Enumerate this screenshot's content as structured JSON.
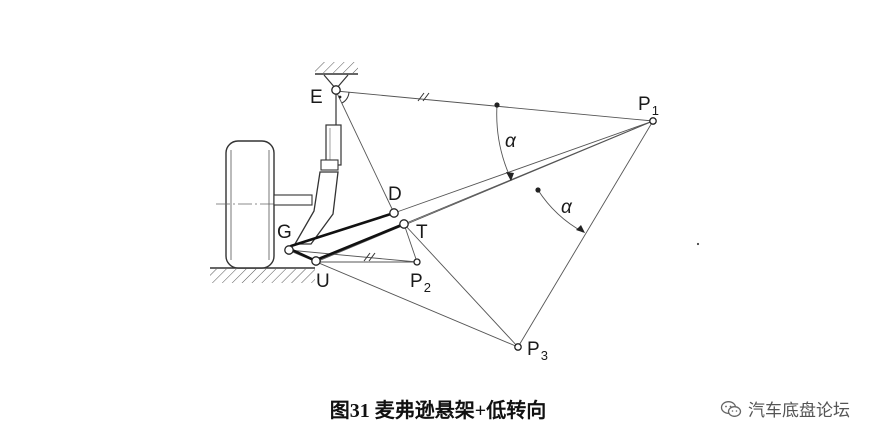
{
  "labels": {
    "E": "E",
    "D": "D",
    "G": "G",
    "T": "T",
    "U": "U",
    "P1_main": "P",
    "P1_sub": "1",
    "P2_main": "P",
    "P2_sub": "2",
    "P3_main": "P",
    "P3_sub": "3",
    "alpha1": "α",
    "alpha2": "α"
  },
  "caption": "图31 麦弗逊悬架+低转向",
  "watermark": {
    "icon": "wechat-icon",
    "text": "汽车底盘论坛"
  }
}
